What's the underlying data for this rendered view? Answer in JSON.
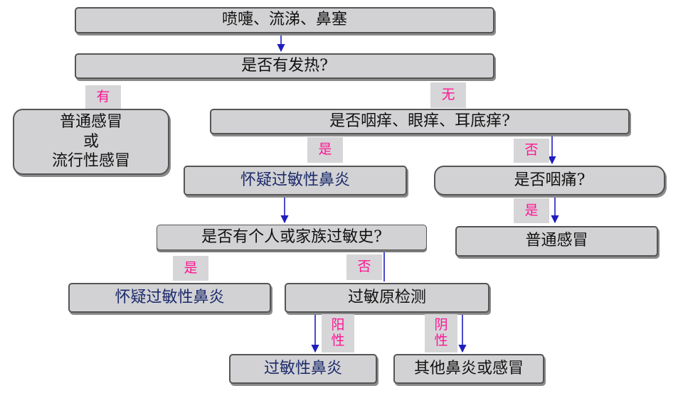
{
  "colors": {
    "node_fill": "#d2d2d4",
    "node_border": "#555555",
    "connector": "#1e1ebe",
    "label_text": "#ff1493",
    "blue_text": "#1b2a6b"
  },
  "nodes": {
    "symptoms": "喷嚏、流涕、鼻塞",
    "fever_q": "是否有发热?",
    "common_or_flu": "普通感冒\n或\n流行性感冒",
    "itch_q": "是否咽痒、眼痒、耳底痒?",
    "suspect_allergic_1": "怀疑过敏性鼻炎",
    "sore_throat_q": "是否咽痛?",
    "history_q": "是否有个人或家族过敏史?",
    "common_cold": "普通感冒",
    "suspect_allergic_2": "怀疑过敏性鼻炎",
    "allergen_test": "过敏原检测",
    "allergic_rhinitis": "过敏性鼻炎",
    "other_rhinitis": "其他鼻炎或感冒"
  },
  "labels": {
    "fever_yes": "有",
    "fever_no": "无",
    "itch_yes": "是",
    "itch_no": "否",
    "sore_yes": "是",
    "history_yes": "是",
    "history_no": "否",
    "test_positive": "阳\n性",
    "test_negative": "阴\n性"
  }
}
